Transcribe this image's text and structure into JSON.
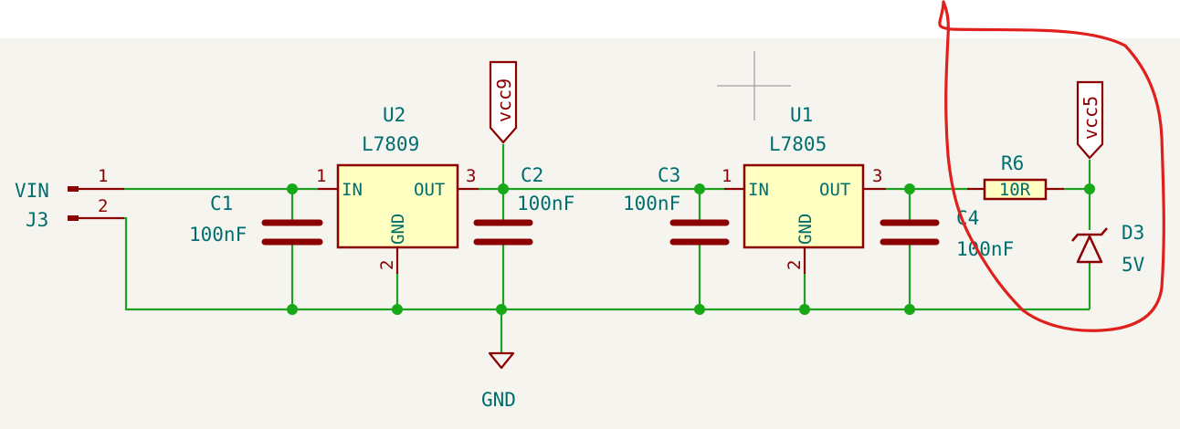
{
  "colors": {
    "sheet_bg": "#f5f4ef",
    "canvas_top": "#ffffff",
    "wire": "#20a020",
    "junction": "#16a816",
    "component_outline": "#8b0000",
    "component_fill": "#ffffc2",
    "component_text": "#006e6e",
    "pin_text": "#8b0000",
    "net_text": "#006e6e",
    "annotation": "#e0201c",
    "cursor": "#8a8a8a"
  },
  "connector": {
    "ref": "J3",
    "value": "VIN",
    "pin1": "1",
    "pin2": "2"
  },
  "capacitors": [
    {
      "ref": "C1",
      "value": "100nF"
    },
    {
      "ref": "C2",
      "value": "100nF"
    },
    {
      "ref": "C3",
      "value": "100nF"
    },
    {
      "ref": "C4",
      "value": "100nF"
    }
  ],
  "regulators": [
    {
      "ref": "U2",
      "value": "L7809",
      "pin_in": "IN",
      "pin_out": "OUT",
      "pin_gnd": "GND",
      "pin_in_num": "1",
      "pin_out_num": "3",
      "pin_gnd_num": "2"
    },
    {
      "ref": "U1",
      "value": "L7805",
      "pin_in": "IN",
      "pin_out": "OUT",
      "pin_gnd": "GND",
      "pin_in_num": "1",
      "pin_out_num": "3",
      "pin_gnd_num": "2"
    }
  ],
  "resistor": {
    "ref": "R6",
    "value": "10R"
  },
  "diode": {
    "ref": "D3",
    "value": "5V"
  },
  "power_labels": {
    "vcc9": "vcc9",
    "vcc5": "vcc5",
    "gnd": "GND"
  },
  "icons": {
    "cursor": "crosshair-cursor-icon",
    "annotation": "red-freehand-circle-annotation"
  }
}
